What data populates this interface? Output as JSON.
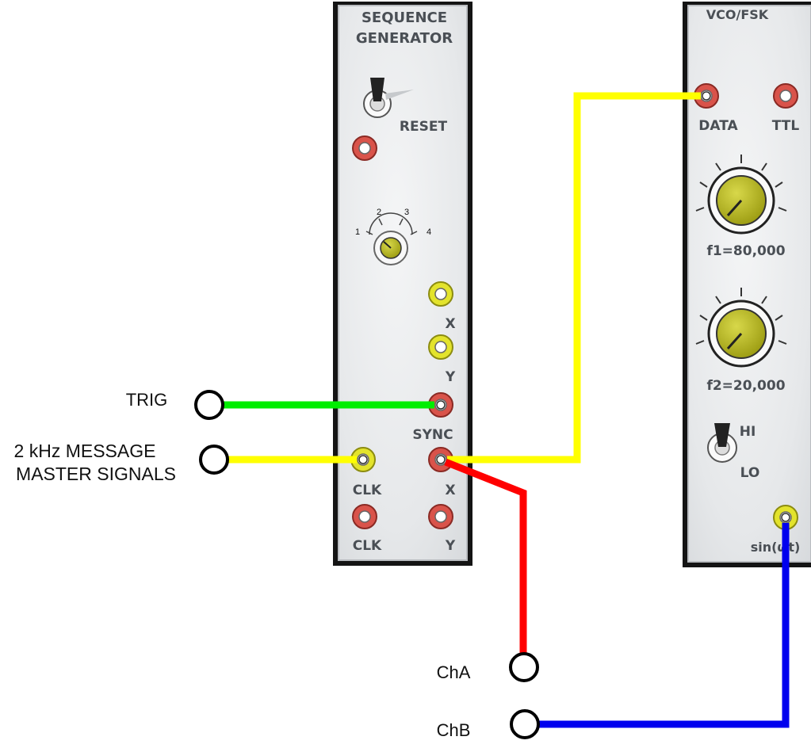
{
  "sequence_generator": {
    "title_line1": "SEQUENCE",
    "title_line2": "GENERATOR",
    "reset_label": "RESET",
    "selector_ticks": [
      "1",
      "2",
      "3",
      "4"
    ],
    "x_label_1": "X",
    "y_label_1": "Y",
    "sync_label": "SYNC",
    "clk_label_1": "CLK",
    "x_label_2": "X",
    "clk_label_2": "CLK",
    "y_label_2": "Y"
  },
  "vco_fsk": {
    "title": "VCO/FSK",
    "data_label": "DATA",
    "ttl_label": "TTL",
    "f1_label": "f1=80,000",
    "f2_label": "f2=20,000",
    "hi_label": "HI",
    "lo_label": "LO",
    "out_label": "sin(ωt)"
  },
  "terminals": {
    "trig": "TRIG",
    "message_line1": "2 kHz MESSAGE",
    "message_line2": "MASTER SIGNALS",
    "cha": "ChA",
    "chb": "ChB"
  },
  "wire_colors": {
    "trig": "#00ee00",
    "clock": "#ffff00",
    "data": "#ffff00",
    "cha": "#ff0000",
    "chb": "#0000ee"
  }
}
